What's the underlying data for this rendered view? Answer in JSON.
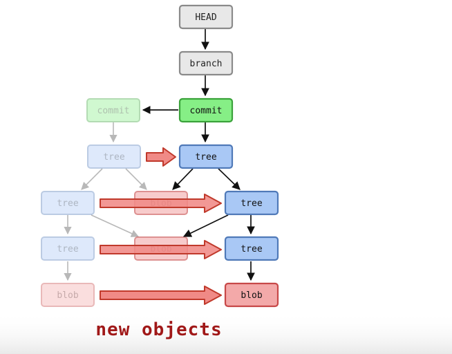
{
  "nodes": {
    "head": "HEAD",
    "branch": "branch",
    "commit_new": "commit",
    "commit_old": "commit",
    "tree_new_1": "tree",
    "tree_old_1": "tree",
    "tree_new_2": "tree",
    "tree_old_2": "tree",
    "tree_new_3": "tree",
    "tree_old_3": "tree",
    "blob_new": "blob",
    "blob_old": "blob",
    "blob_shared_1": "blob",
    "blob_shared_2": "blob"
  },
  "caption": "new objects",
  "colors": {
    "gray_fill": "#e8e8e8",
    "gray_stroke": "#8a8a8a",
    "green_fill": "#86ef86",
    "green_stroke": "#3aa23a",
    "blue_fill": "#a9c8f5",
    "blue_stroke": "#4f79b8",
    "red_fill": "#f3a9a9",
    "red_stroke": "#c74848",
    "caption": "#a01818",
    "big_arrow_fill": "#f08a86",
    "big_arrow_stroke": "#c0392b"
  }
}
